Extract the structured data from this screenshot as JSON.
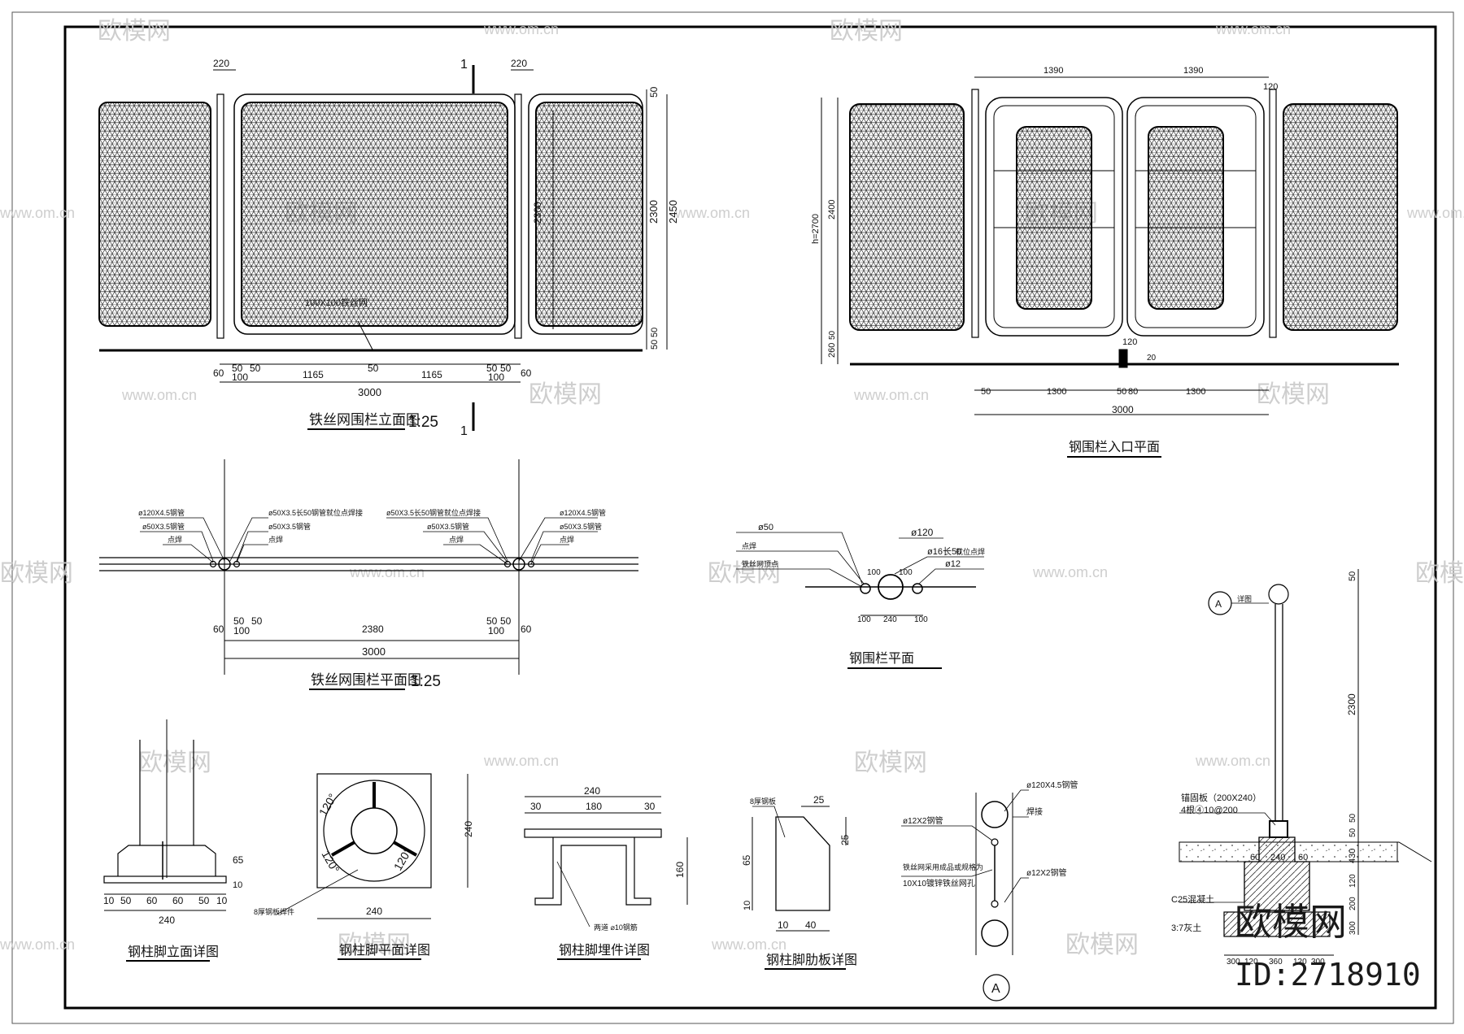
{
  "watermark": {
    "brand": "欧模网",
    "site": "www.om.cn",
    "id": "ID:2718910"
  },
  "fence_elevation": {
    "title": "铁丝网围栏立面图",
    "scale": "1:25",
    "section_mark": "1",
    "mesh_note": "100X100铁丝网",
    "dim_top_left": "220",
    "dim_top_right": "220",
    "dim_right": [
      "50",
      "2300",
      "2450",
      "50",
      "50"
    ],
    "dim_inner": "2300",
    "dim_bottom_parts": [
      "60",
      "50",
      "50",
      "100",
      "1165",
      "50",
      "1165",
      "50",
      "50",
      "100",
      "60"
    ],
    "dim_total": "3000"
  },
  "gate_plan": {
    "title": "钢围栏入口平面",
    "dim_top": [
      "1390",
      "1390",
      "120"
    ],
    "dim_left": [
      "h=2700",
      "2400",
      "260",
      "50"
    ],
    "dim_bottom_parts": [
      "50",
      "1300",
      "50",
      "80",
      "1300"
    ],
    "dim_total": "3000",
    "dim_mid": [
      "120",
      "20"
    ]
  },
  "fence_plan": {
    "title": "铁丝网围栏平面图",
    "scale": "1:25",
    "labels_left": [
      "ø120X4.5钢管",
      "ø50X3.5钢管",
      "点焊",
      "ø50X3.5长50钢管就位点焊接",
      "ø50X3.5钢管",
      "点焊"
    ],
    "labels_right": [
      "ø50X3.5长50钢管就位点焊接",
      "ø50X3.5钢管",
      "点焊",
      "ø120X4.5钢管",
      "ø50X3.5钢管",
      "点焊"
    ],
    "dim_bottom_parts": [
      "60",
      "50",
      "50",
      "100",
      "2380",
      "50",
      "50",
      "100",
      "60"
    ],
    "dim_total": "3000"
  },
  "steel_plan": {
    "title": "钢围栏平面",
    "labels": [
      "ø50",
      "点焊",
      "铁丝网顶点",
      "ø120",
      "ø16长50",
      "就位点焊",
      "ø12",
      "100",
      "100"
    ],
    "dim_bottom": [
      "100",
      "240",
      "100"
    ]
  },
  "detail_a": {
    "marker": "A",
    "labels": [
      "ø120X4.5钢管",
      "焊接",
      "ø12X2钢管",
      "铁丝网采用成品或规格为",
      "10X10镀锌铁丝网孔",
      "ø12X2钢管"
    ]
  },
  "section": {
    "marker": "A",
    "marker_note": "详图",
    "labels": [
      "锚固板（200X240）",
      "4根④10@200",
      "C25混凝土",
      "3:7灰土"
    ],
    "dims_right": [
      "50",
      "2300",
      "50",
      "50",
      "430",
      "120",
      "200",
      "300"
    ],
    "dims_inner": [
      "60",
      "240",
      "60"
    ],
    "dims_bottom": [
      "300",
      "120",
      "360",
      "120",
      "300"
    ]
  },
  "post_foot_elev": {
    "title": "钢柱脚立面详图",
    "dims": [
      "65",
      "10"
    ],
    "dims_bottom": [
      "10",
      "50",
      "60",
      "60",
      "50",
      "10"
    ],
    "dim_total": "240"
  },
  "post_foot_plan": {
    "title": "钢柱脚平面详图",
    "angles": [
      "120°",
      "120°",
      "120°"
    ],
    "dim_right": "240",
    "dim_bottom": "240",
    "note": "8厚钢板焊件"
  },
  "embed_detail": {
    "title": "钢柱脚埋件详图",
    "dim_top": "240",
    "dims_parts": [
      "30",
      "180",
      "30"
    ],
    "dim_right": "160",
    "note": "两道 ⌀10钢筋"
  },
  "rib_detail": {
    "title": "钢柱脚肋板详图",
    "note": "8厚钢板",
    "dims": [
      "25",
      "25",
      "65",
      "10",
      "10",
      "40"
    ]
  }
}
